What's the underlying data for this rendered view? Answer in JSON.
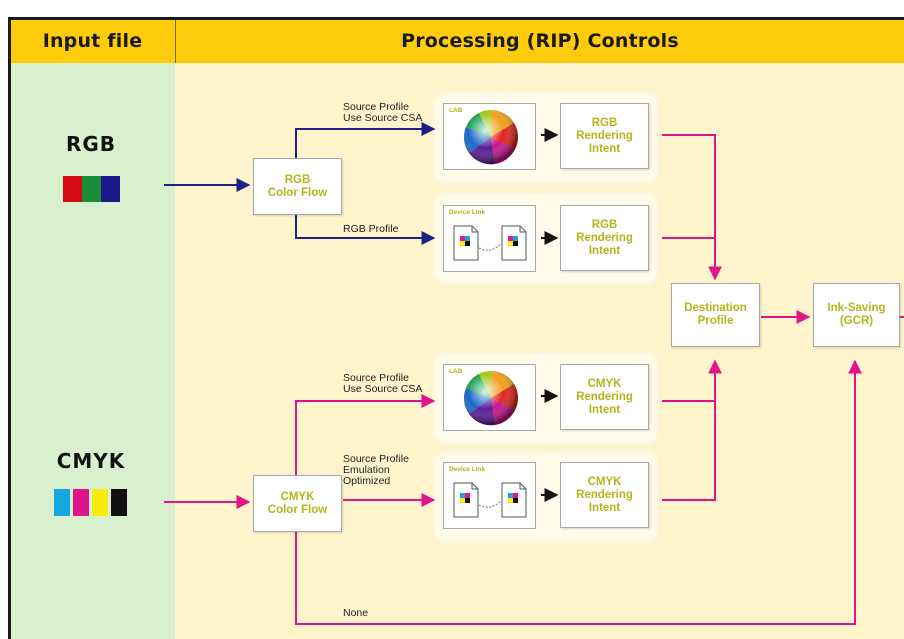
{
  "header": {
    "input_title": "Input file",
    "controls_title": "Processing (RIP) Controls"
  },
  "inputs": {
    "rgb_label": "RGB",
    "cmyk_label": "CMYK"
  },
  "colors": {
    "rgb_swatches": [
      "#d40a14",
      "#1a8c3a",
      "#1b1a8a"
    ],
    "cmyk_swatches": [
      "#15a7e0",
      "#e0158c",
      "#f7ec0e",
      "#111111"
    ],
    "rgb_flow": "#1e2083",
    "cmyk_flow": "#e0158c",
    "header_bg": "#ffcc0b",
    "box_text": "#b5b51b"
  },
  "nodes": {
    "rgb_color_flow": "RGB\nColor Flow",
    "cmyk_color_flow": "CMYK\nColor Flow",
    "rgb_intent_1": "RGB\nRendering\nIntent",
    "rgb_intent_2": "RGB\nRendering\nIntent",
    "cmyk_intent_1": "CMYK\nRendering\nIntent",
    "cmyk_intent_2": "CMYK\nRendering\nIntent",
    "destination_profile": "Destination\nProfile",
    "ink_saving": "Ink-Saving\n(GCR)"
  },
  "thumbnails": {
    "lab_tag": "LAB",
    "device_link_tag": "Device Link"
  },
  "edge_labels": {
    "rgb_source": "Source Profile\nUse Source CSA",
    "rgb_profile": "RGB Profile",
    "cmyk_source": "Source Profile\nUse Source CSA",
    "cmyk_emulation": "Source Profile\nEmulation\nOptimized",
    "none": "None"
  }
}
